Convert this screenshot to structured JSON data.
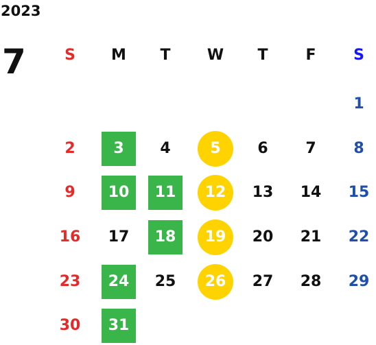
{
  "calendar": {
    "year": "2023",
    "month": "7",
    "weekdays": [
      {
        "label": "S",
        "kind": "sun"
      },
      {
        "label": "M",
        "kind": "weekday"
      },
      {
        "label": "T",
        "kind": "weekday"
      },
      {
        "label": "W",
        "kind": "weekday"
      },
      {
        "label": "T",
        "kind": "weekday"
      },
      {
        "label": "F",
        "kind": "weekday"
      },
      {
        "label": "S",
        "kind": "sat"
      }
    ],
    "weeks": [
      [
        null,
        null,
        null,
        null,
        null,
        null,
        {
          "day": "1"
        }
      ],
      [
        {
          "day": "2"
        },
        {
          "day": "3",
          "marker": "green-square"
        },
        {
          "day": "4"
        },
        {
          "day": "5",
          "marker": "yellow-circle"
        },
        {
          "day": "6"
        },
        {
          "day": "7"
        },
        {
          "day": "8"
        }
      ],
      [
        {
          "day": "9"
        },
        {
          "day": "10",
          "marker": "green-square"
        },
        {
          "day": "11",
          "marker": "green-square"
        },
        {
          "day": "12",
          "marker": "yellow-circle"
        },
        {
          "day": "13"
        },
        {
          "day": "14"
        },
        {
          "day": "15"
        }
      ],
      [
        {
          "day": "16"
        },
        {
          "day": "17"
        },
        {
          "day": "18",
          "marker": "green-square"
        },
        {
          "day": "19",
          "marker": "yellow-circle"
        },
        {
          "day": "20"
        },
        {
          "day": "21"
        },
        {
          "day": "22"
        }
      ],
      [
        {
          "day": "23"
        },
        {
          "day": "24",
          "marker": "green-square"
        },
        {
          "day": "25"
        },
        {
          "day": "26",
          "marker": "yellow-circle"
        },
        {
          "day": "27"
        },
        {
          "day": "28"
        },
        {
          "day": "29"
        }
      ],
      [
        {
          "day": "30"
        },
        {
          "day": "31",
          "marker": "green-square"
        },
        null,
        null,
        null,
        null,
        null
      ]
    ],
    "colors": {
      "sunday": "#e52a2a",
      "saturday": "#1f4fa8",
      "saturday_header": "#1515ff",
      "green_marker": "#3ab54a",
      "yellow_marker": "#ffd300",
      "text": "#111111"
    }
  }
}
